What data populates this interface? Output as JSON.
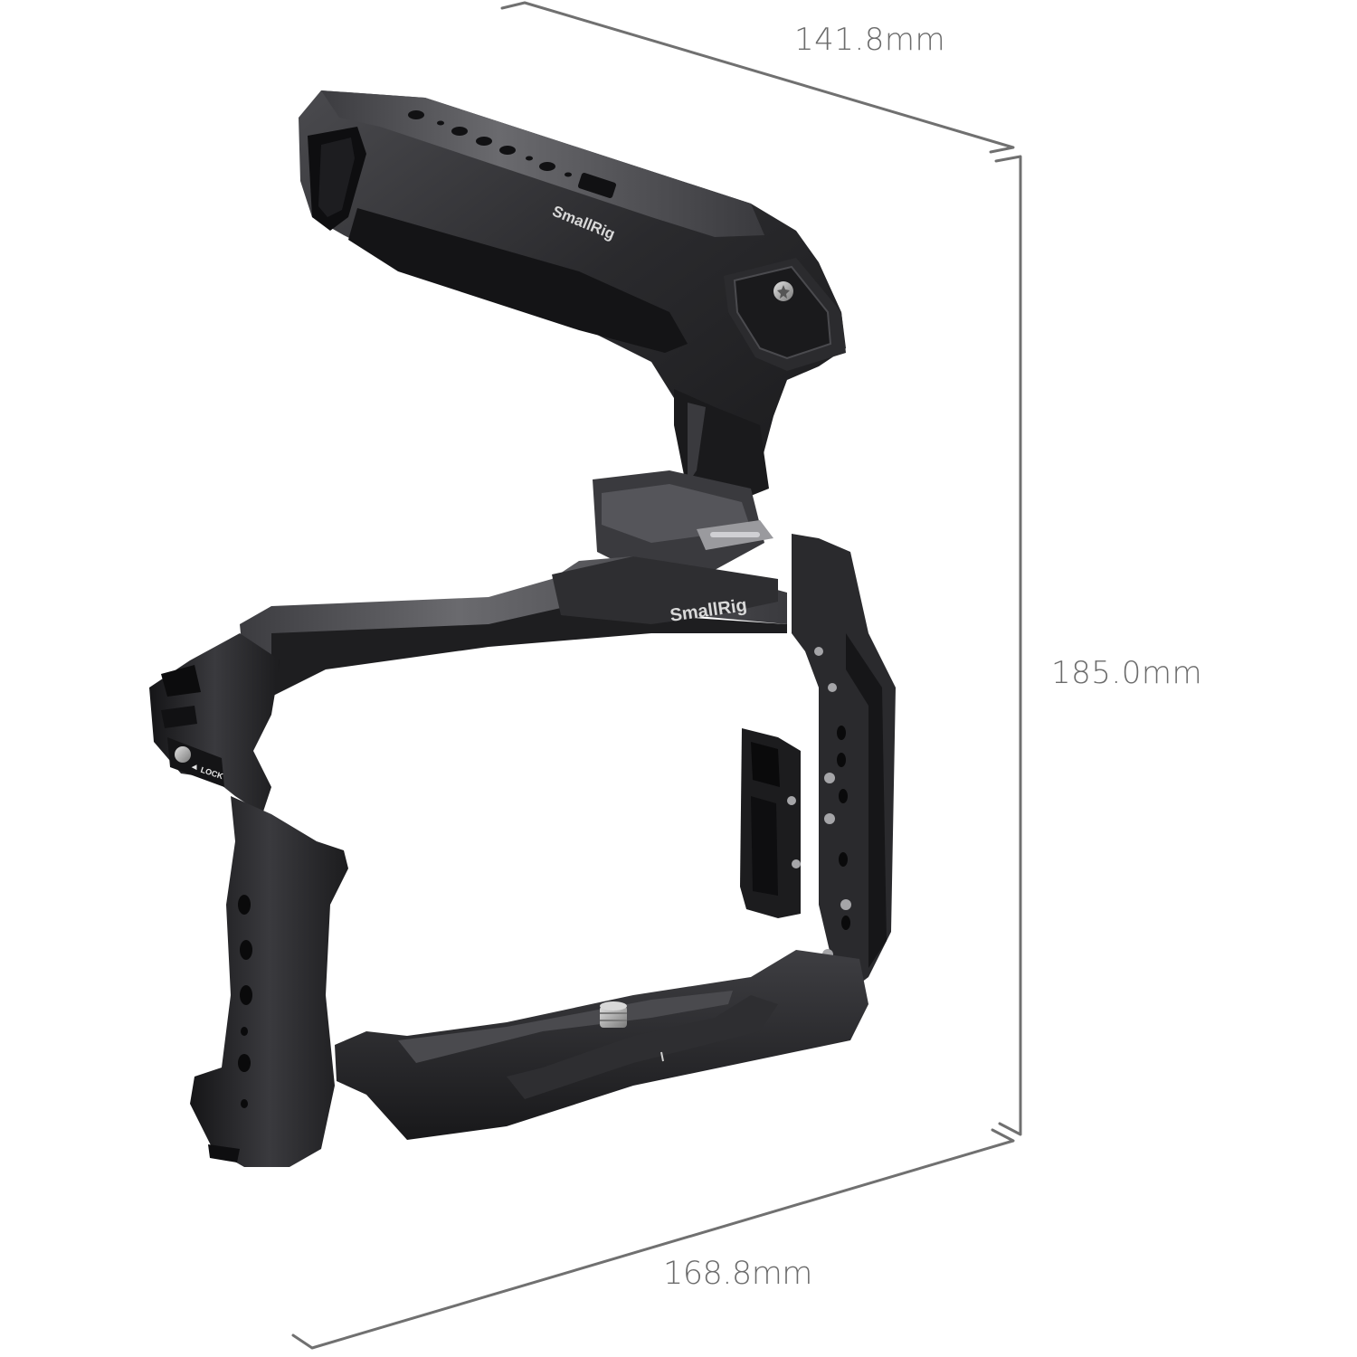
{
  "product": {
    "brand": "SmallRig",
    "type": "camera cage kit with top handle",
    "handle_logo": "SmallRig",
    "mount_logo": "SmallRig",
    "lock_label": "LOCK",
    "lock_arrow": "◀"
  },
  "dimensions": {
    "depth": {
      "label": "141.8mm",
      "value": 141.8,
      "unit": "mm"
    },
    "height": {
      "label": "185.0mm",
      "value": 185.0,
      "unit": "mm"
    },
    "width": {
      "label": "168.8mm",
      "value": 168.8,
      "unit": "mm"
    }
  },
  "colors": {
    "background": "#ffffff",
    "dimension_line": "#707070",
    "dimension_text": "#6b6b6b",
    "metal_dark": "#1f1f21",
    "metal_mid": "#3a3a3d",
    "metal_light": "#5a5a5e",
    "screw": "#b8b8b8"
  }
}
